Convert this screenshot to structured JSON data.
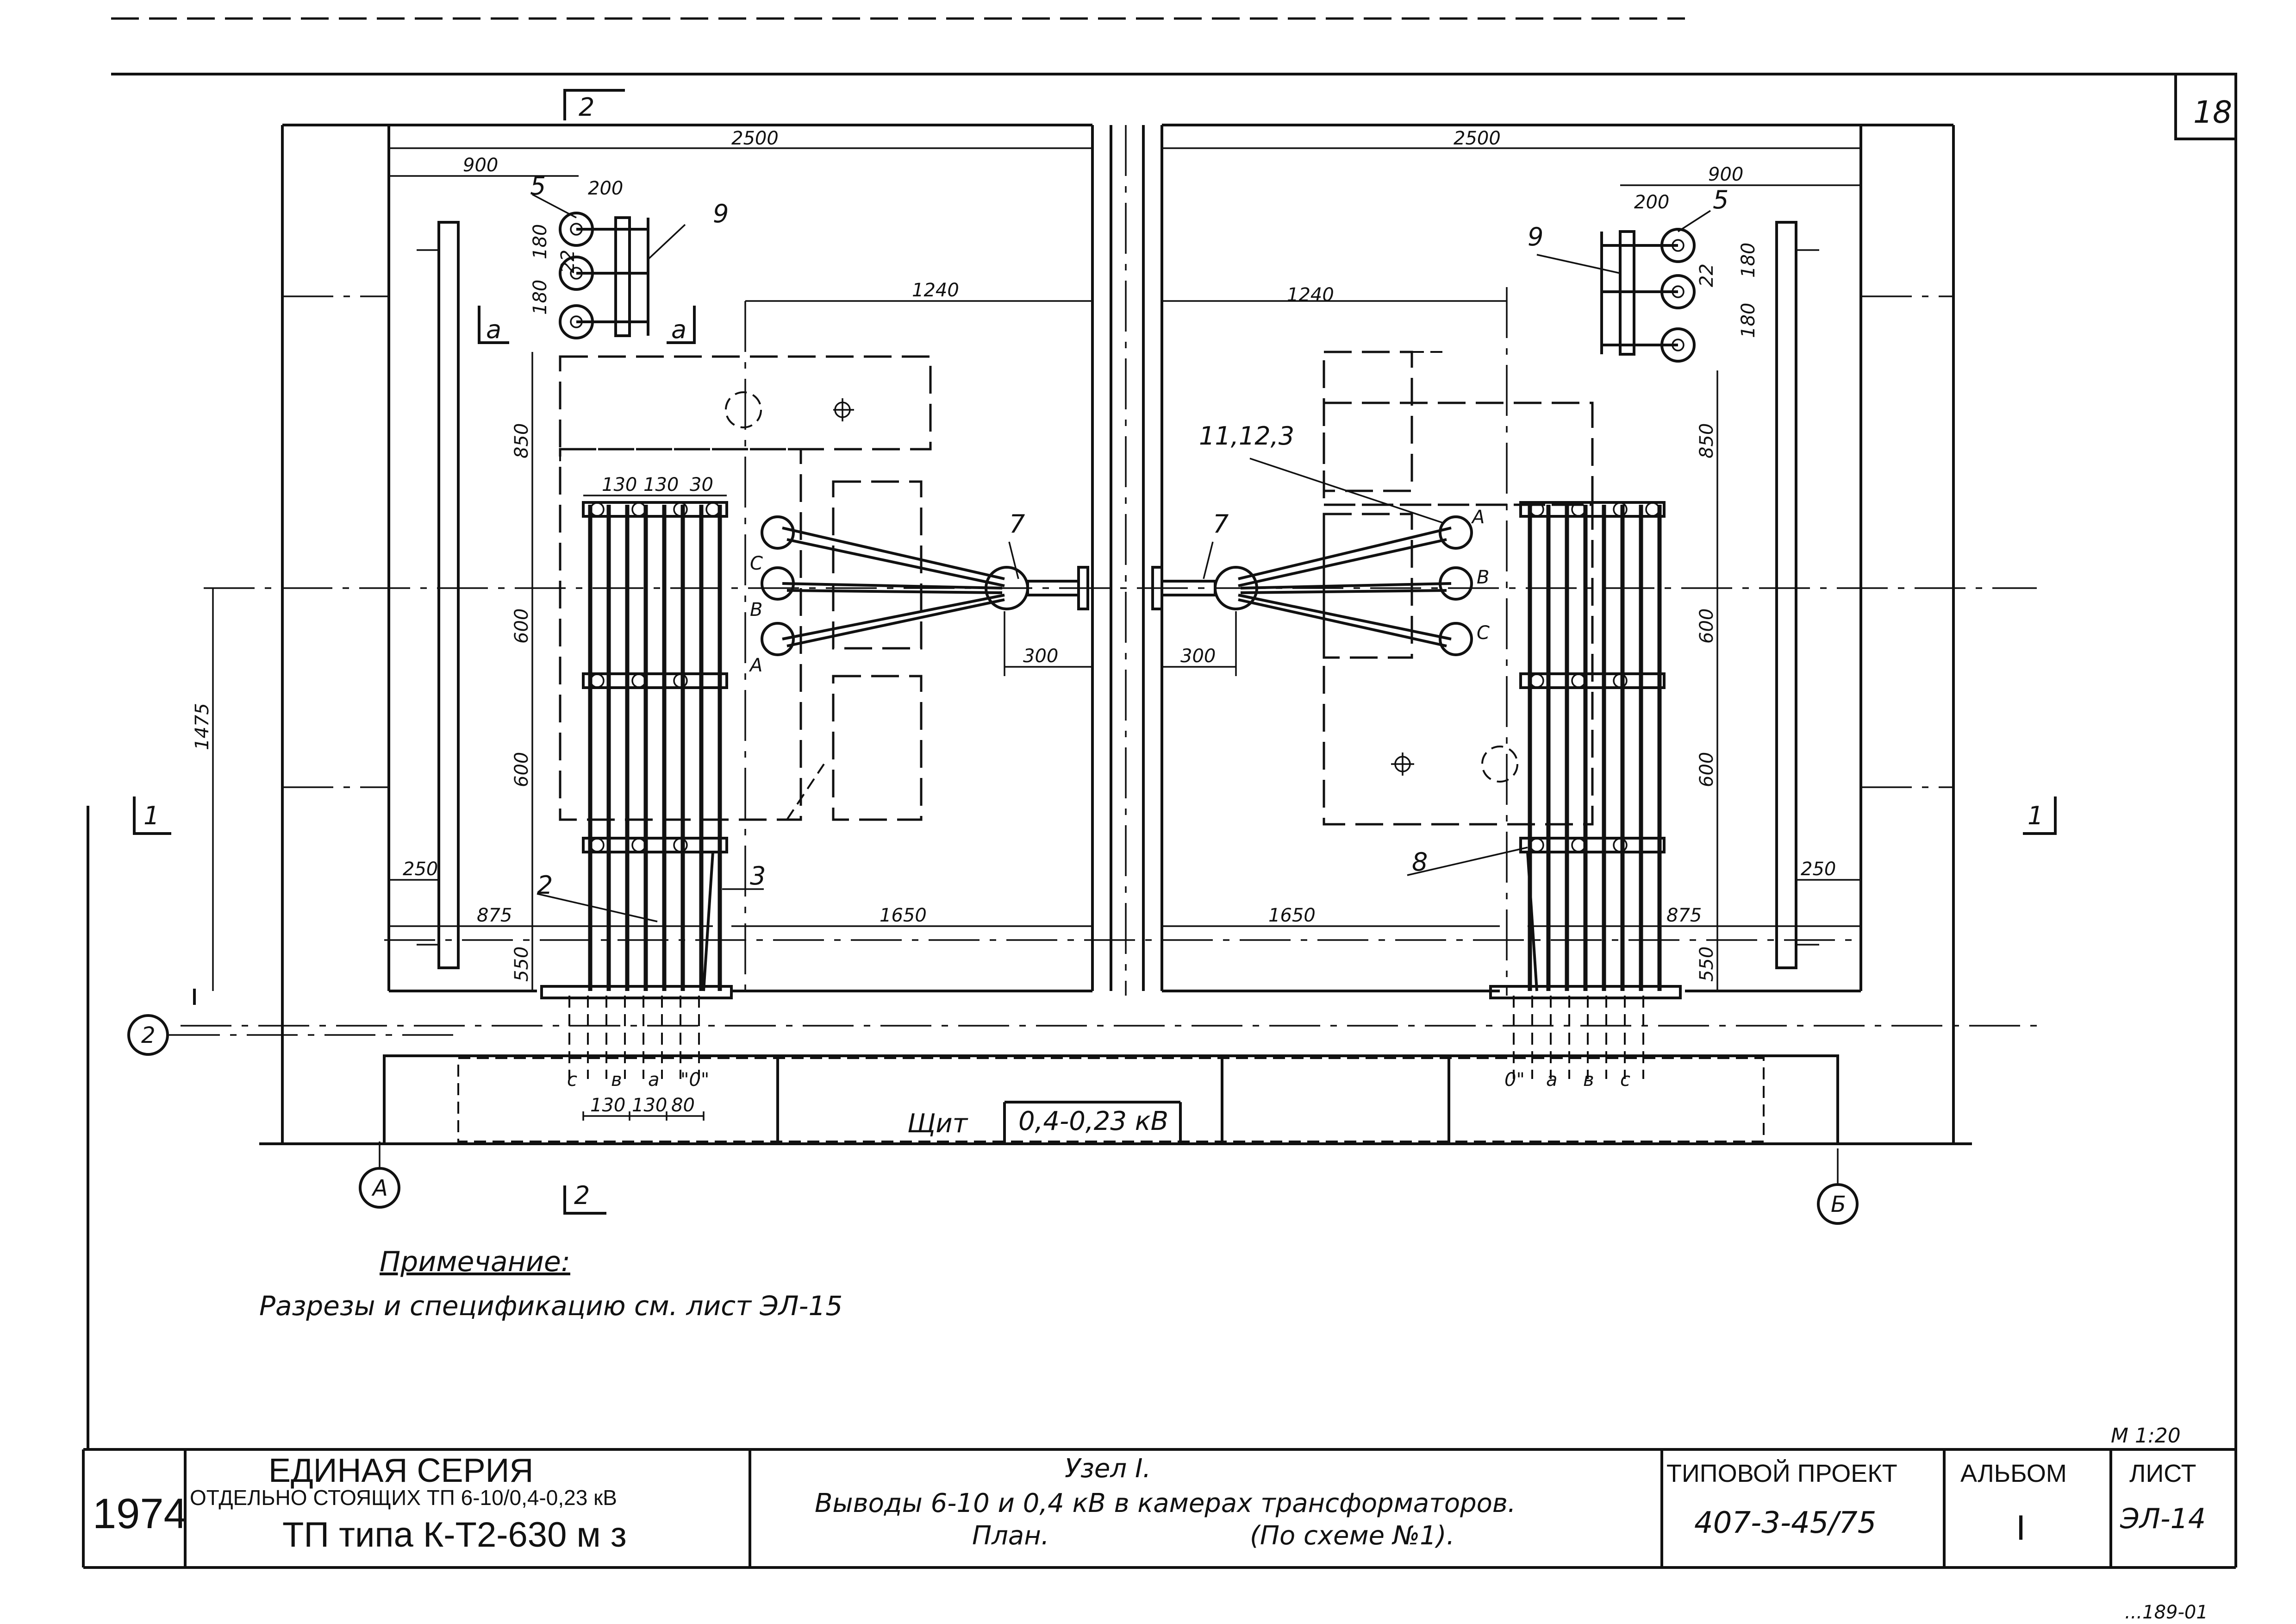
{
  "sheet": {
    "number": "18",
    "scale": "М 1:20",
    "footer_code": "...189-01"
  },
  "dimensions": {
    "width_2500": "2500",
    "d900": "900",
    "d200": "200",
    "d180": "180",
    "d22": "22",
    "d1240": "1240",
    "d850": "850",
    "d600": "600",
    "d1475": "1475",
    "d250": "250",
    "d875": "875",
    "d1650": "1650",
    "d550": "550",
    "d300": "300",
    "d130": "130",
    "d80": "80",
    "d30": "30"
  },
  "labels": {
    "section_2": "2",
    "section_1": "1",
    "section_a": "а",
    "axis_a": "А",
    "axis_b": "Б",
    "axis_2": "2",
    "pos_5": "5",
    "pos_9": "9",
    "pos_7": "7",
    "pos_2": "2",
    "pos_3": "3",
    "pos_8": "8",
    "pos_11": "11,12,3",
    "phase_a": "А",
    "phase_b": "В",
    "phase_c": "С",
    "bus_c": "с",
    "bus_b": "в",
    "bus_a": "а",
    "bus_0": "\"0\"",
    "bus_0r": "0\"",
    "panel_label": "Щит",
    "panel_voltage": "0,4-0,23 кВ"
  },
  "note": {
    "title": "Примечание:",
    "text": "Разрезы и спецификацию см. лист ЭЛ-15"
  },
  "title_block": {
    "year": "1974",
    "series_title": "ЕДИНАЯ СЕРИЯ",
    "series_sub": "ОТДЕЛЬНО СТОЯЩИХ ТП 6-10/0,4-0,23 кВ",
    "tp_type": "ТП типа К-Т2-630 м з",
    "node": "Узел I.",
    "desc_line1": "Выводы 6-10 и 0,4 кВ в камерах трансформаторов.",
    "desc_line2": "План.",
    "desc_line3": "(По схеме №1).",
    "project_label": "ТИПОВОЙ ПРОЕКТ",
    "project_number": "407-3-45/75",
    "album_label": "АЛЬБОМ",
    "album_value": "I",
    "sheet_label": "ЛИСТ",
    "sheet_value": "ЭЛ-14"
  }
}
